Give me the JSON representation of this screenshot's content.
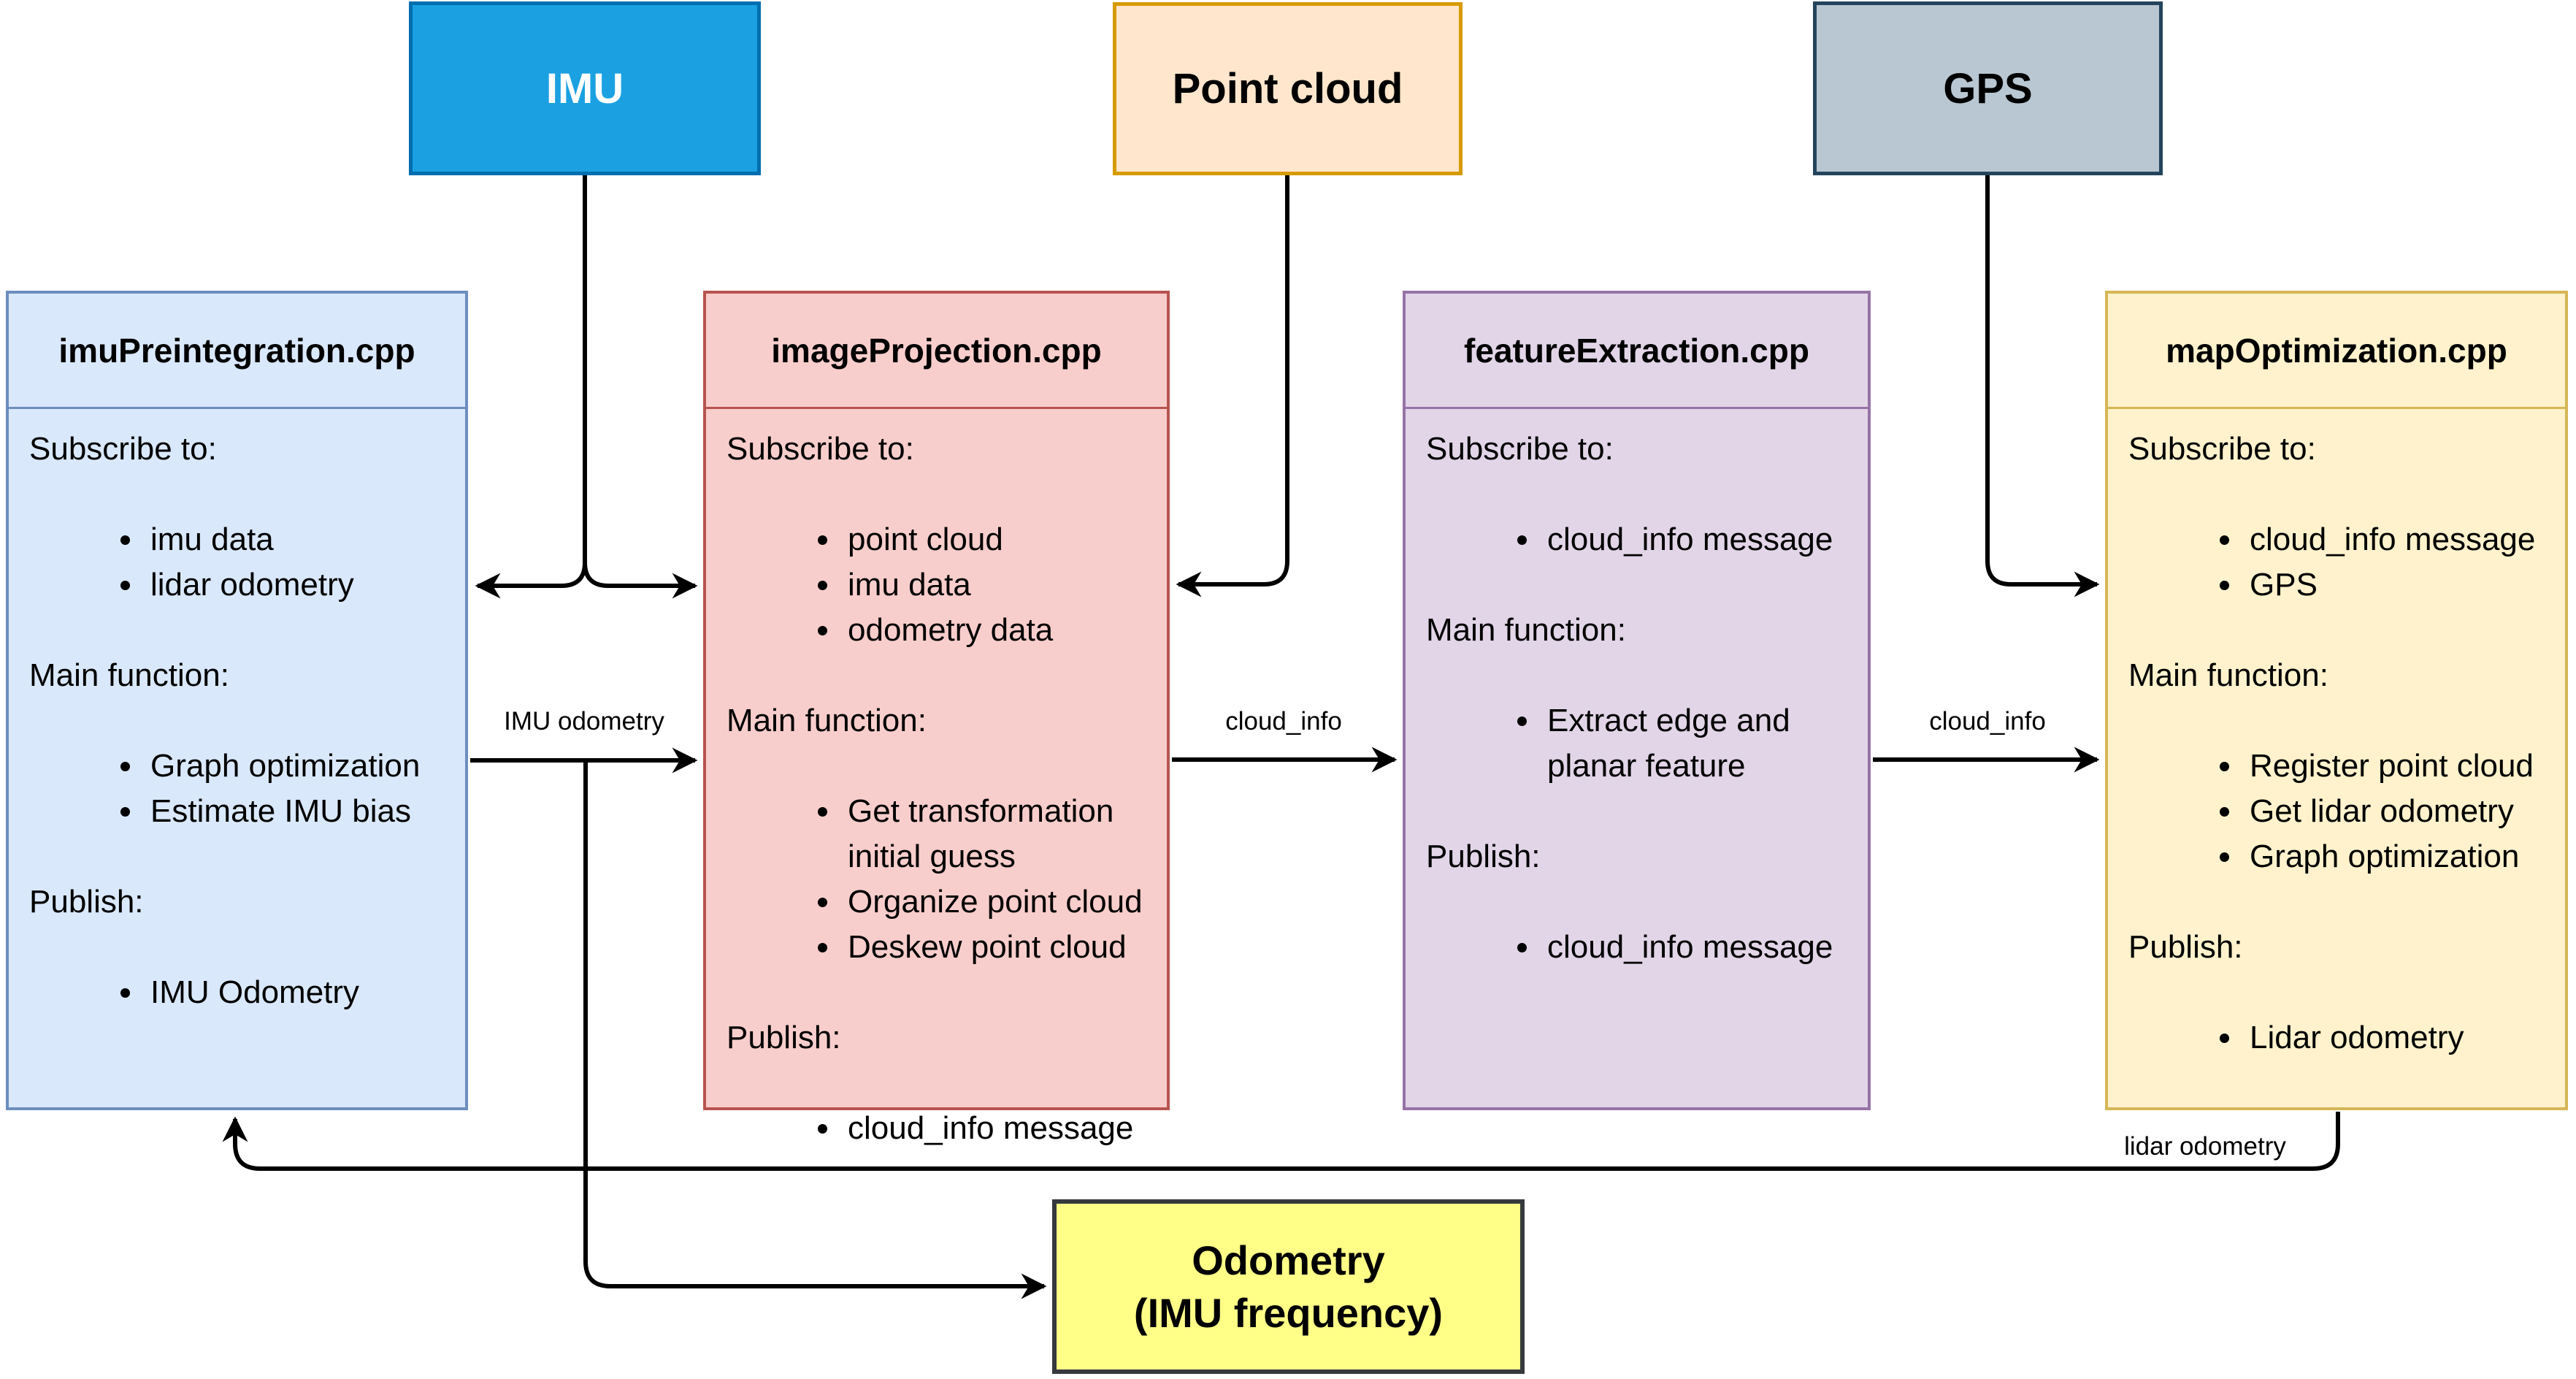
{
  "diagram": {
    "sources": [
      {
        "id": "imu",
        "label": "IMU"
      },
      {
        "id": "point-cloud",
        "label": "Point cloud"
      },
      {
        "id": "gps",
        "label": "GPS"
      }
    ],
    "modules": [
      {
        "title": "imuPreintegration.cpp",
        "sections": [
          {
            "label": "Subscribe to:",
            "items": [
              "imu data",
              "lidar odometry"
            ]
          },
          {
            "label": "Main function:",
            "items": [
              "Graph optimization",
              "Estimate IMU bias"
            ]
          },
          {
            "label": "Publish:",
            "items": [
              "IMU Odometry"
            ]
          }
        ]
      },
      {
        "title": "imageProjection.cpp",
        "sections": [
          {
            "label": "Subscribe to:",
            "items": [
              "point cloud",
              "imu data",
              "odometry data"
            ]
          },
          {
            "label": "Main function:",
            "items": [
              "Get transformation initial guess",
              "Organize point cloud",
              "Deskew point cloud"
            ]
          },
          {
            "label": "Publish:",
            "items": [
              "cloud_info message"
            ]
          }
        ]
      },
      {
        "title": "featureExtraction.cpp",
        "sections": [
          {
            "label": "Subscribe to:",
            "items": [
              "cloud_info message"
            ]
          },
          {
            "label": "Main function:",
            "items": [
              "Extract edge and planar feature"
            ]
          },
          {
            "label": "Publish:",
            "items": [
              "cloud_info message"
            ]
          }
        ]
      },
      {
        "title": "mapOptimization.cpp",
        "sections": [
          {
            "label": "Subscribe to:",
            "items": [
              "cloud_info message",
              "GPS"
            ]
          },
          {
            "label": "Main function:",
            "items": [
              "Register point cloud",
              "Get lidar odometry",
              "Graph optimization"
            ]
          },
          {
            "label": "Publish:",
            "items": [
              "Lidar odometry"
            ]
          }
        ]
      }
    ],
    "output": {
      "line1": "Odometry",
      "line2": "(IMU frequency)"
    },
    "edge_labels": {
      "imu_odometry": "IMU odometry",
      "cloud_info_1": "cloud_info",
      "cloud_info_2": "cloud_info",
      "lidar_odometry": "lidar odometry"
    },
    "palette": {
      "imu_fill": "#1BA1E2",
      "imu_stroke": "#006EAF",
      "point_cloud_fill": "#FFE6CC",
      "point_cloud_stroke": "#D79B00",
      "gps_fill": "#B9C7D2",
      "gps_stroke": "#23445C",
      "imuPreintegration_fill": "#DAE8FC",
      "imuPreintegration_stroke": "#6C8EBF",
      "imageProjection_fill": "#F8CECC",
      "imageProjection_stroke": "#B85450",
      "featureExtraction_fill": "#E1D5E7",
      "featureExtraction_stroke": "#9673A6",
      "mapOptimization_fill": "#FFF2CC",
      "mapOptimization_stroke": "#D6B656",
      "odometry_fill": "#FFFF88",
      "odometry_stroke": "#36393D",
      "connector": "#000000"
    }
  }
}
